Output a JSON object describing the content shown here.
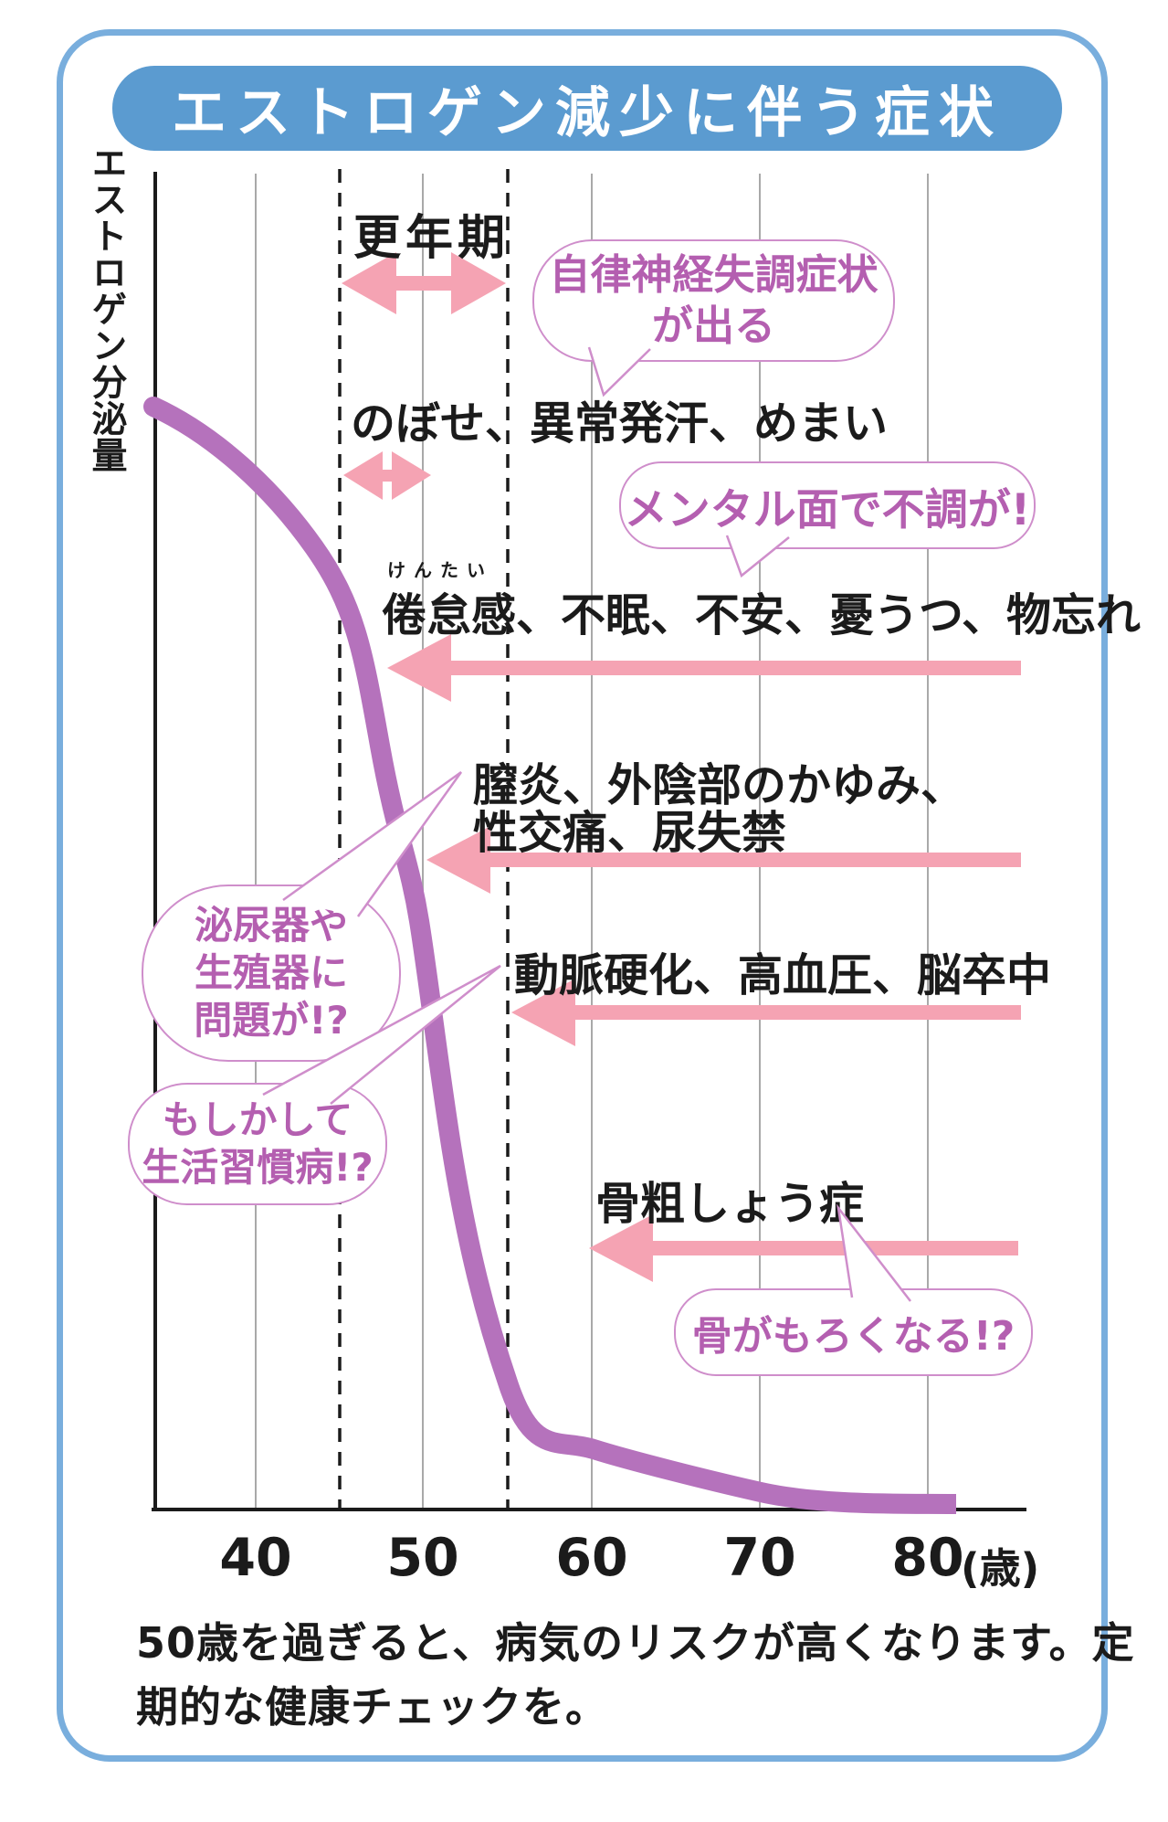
{
  "title": "エストロゲン減少に伴う症状",
  "y_axis_label": "エストロゲン分泌量",
  "x_axis": {
    "ticks": [
      "40",
      "50",
      "60",
      "70",
      "80"
    ],
    "unit": "(歳)"
  },
  "menopause_label": "更年期",
  "symptoms": {
    "autonomic_line": "のぼせ、異常発汗、めまい",
    "mental_furigana": "けんたい",
    "mental_line": "倦怠感、不眠、不安、憂うつ、物忘れ",
    "urogenital_line1": "膣炎、外陰部のかゆみ、",
    "urogenital_line2": "性交痛、尿失禁",
    "vascular_line": "動脈硬化、高血圧、脳卒中",
    "bone_line": "骨粗しょう症"
  },
  "bubbles": {
    "autonomic": {
      "line1": "自律神経失調症状",
      "line2": "が出る"
    },
    "mental": {
      "line1": "メンタル面で不調が!"
    },
    "urogenital": {
      "line1": "泌尿器や",
      "line2": "生殖器に",
      "line3": "問題が!?"
    },
    "lifestyle": {
      "line1": "もしかして",
      "line2": "生活習慣病!?"
    },
    "bone": {
      "line1": "骨がもろくなる!?"
    }
  },
  "caption": {
    "line1": "50歳を過ぎると、病気のリスクが高くなります。定",
    "line2": "期的な健康チェックを。"
  },
  "colors": {
    "banner_blue": "#5b9bd0",
    "frame_blue": "#79aedd",
    "curve_purple": "#b572bc",
    "arrow_pink": "#f5a3b3",
    "bubble_text_purple": "#b45fb0",
    "bubble_border_pink": "#cf8ecb",
    "text_black": "#1b1b1b",
    "gridline_gray": "#a9a9a9"
  },
  "chart_data": {
    "type": "line",
    "title": "エストロゲン減少に伴う症状",
    "xlabel": "(歳)",
    "ylabel": "エストロゲン分泌量",
    "x": [
      35,
      40,
      45,
      48,
      50,
      52,
      55,
      60,
      65,
      70,
      75,
      80,
      82
    ],
    "y": [
      83,
      78,
      68,
      55,
      44,
      25,
      9,
      5,
      3,
      1.5,
      0.7,
      0.5,
      0.5
    ],
    "y_unit": "relative secretion (unlabeled axis)",
    "x_ticks": [
      40,
      50,
      60,
      70,
      80
    ],
    "dashed_guides_at_ages": [
      45,
      55
    ],
    "grid": true,
    "menopause_span": {
      "label": "更年期",
      "age_from": 45,
      "age_to": 55
    },
    "annotations": [
      {
        "label": "のぼせ、異常発汗、めまい",
        "type": "double-arrow",
        "age_from": 45,
        "age_to": 50,
        "bubble": "自律神経失調症状が出る"
      },
      {
        "label": "倦怠感、不眠、不安、憂うつ、物忘れ",
        "furigana": "けんたい",
        "type": "arrow-left",
        "age_from": 85,
        "age_to": 48,
        "bubble": "メンタル面で不調が!"
      },
      {
        "label": "膣炎、外陰部のかゆみ、性交痛、尿失禁",
        "type": "arrow-left",
        "age_from": 85,
        "age_to": 50,
        "bubble": "泌尿器や生殖器に問題が!?"
      },
      {
        "label": "動脈硬化、高血圧、脳卒中",
        "type": "arrow-left",
        "age_from": 85,
        "age_to": 55,
        "bubble": "もしかして生活習慣病!?"
      },
      {
        "label": "骨粗しょう症",
        "type": "arrow-left",
        "age_from": 85,
        "age_to": 60,
        "bubble": "骨がもろくなる!?"
      }
    ]
  }
}
